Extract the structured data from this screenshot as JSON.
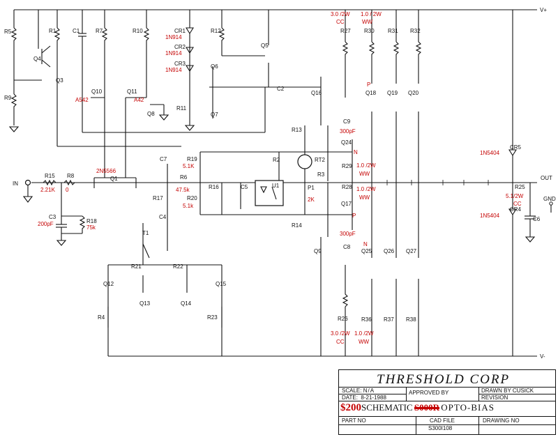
{
  "rails": {
    "vplus": "V+",
    "vminus": "V-",
    "input": "IN",
    "output": "OUT",
    "ground": "GND"
  },
  "black_labels": [
    {
      "id": "R5",
      "text": "R5"
    },
    {
      "id": "R1",
      "text": "R1"
    },
    {
      "id": "C1",
      "text": "C1"
    },
    {
      "id": "R7",
      "text": "R7"
    },
    {
      "id": "R10",
      "text": "R10"
    },
    {
      "id": "R12",
      "text": "R12"
    },
    {
      "id": "Q5",
      "text": "Q5"
    },
    {
      "id": "R27",
      "text": "R27"
    },
    {
      "id": "R30",
      "text": "R30"
    },
    {
      "id": "R31",
      "text": "R31"
    },
    {
      "id": "R32",
      "text": "R32"
    },
    {
      "id": "Q4",
      "text": "Q4"
    },
    {
      "id": "Q3",
      "text": "Q3"
    },
    {
      "id": "Q6",
      "text": "Q6"
    },
    {
      "id": "R9",
      "text": "R9"
    },
    {
      "id": "Q10",
      "text": "Q10"
    },
    {
      "id": "Q11",
      "text": "Q11"
    },
    {
      "id": "Q8",
      "text": "Q8"
    },
    {
      "id": "R11",
      "text": "R11"
    },
    {
      "id": "Q7",
      "text": "Q7"
    },
    {
      "id": "C2",
      "text": "C2"
    },
    {
      "id": "Q16",
      "text": "Q16"
    },
    {
      "id": "Q18",
      "text": "Q18"
    },
    {
      "id": "Q19",
      "text": "Q19"
    },
    {
      "id": "Q20",
      "text": "Q20"
    },
    {
      "id": "C9",
      "text": "C9"
    },
    {
      "id": "R13",
      "text": "R13"
    },
    {
      "id": "Q24",
      "text": "Q24"
    },
    {
      "id": "CR5",
      "text": "CR5"
    },
    {
      "id": "C7",
      "text": "C7"
    },
    {
      "id": "R19",
      "text": "R19"
    },
    {
      "id": "R2",
      "text": "R2"
    },
    {
      "id": "RT2",
      "text": "RT2"
    },
    {
      "id": "R29",
      "text": "R29"
    },
    {
      "id": "Q1",
      "text": "Q1"
    },
    {
      "id": "R15",
      "text": "R15"
    },
    {
      "id": "R6",
      "text": "R6"
    },
    {
      "id": "R8",
      "text": "R8"
    },
    {
      "id": "R16",
      "text": "R16"
    },
    {
      "id": "C5",
      "text": "C5"
    },
    {
      "id": "U1",
      "text": "U1"
    },
    {
      "id": "R3",
      "text": "R3"
    },
    {
      "id": "P1",
      "text": "P1"
    },
    {
      "id": "R28",
      "text": "R28"
    },
    {
      "id": "R25",
      "text": "R25"
    },
    {
      "id": "R17",
      "text": "R17"
    },
    {
      "id": "R20",
      "text": "R20"
    },
    {
      "id": "Q17",
      "text": "Q17"
    },
    {
      "id": "C3",
      "text": "C3"
    },
    {
      "id": "R18",
      "text": "R18"
    },
    {
      "id": "C4",
      "text": "C4"
    },
    {
      "id": "CR4",
      "text": "CR4"
    },
    {
      "id": "C6",
      "text": "C6"
    },
    {
      "id": "R14",
      "text": "R14"
    },
    {
      "id": "T1",
      "text": "T1"
    },
    {
      "id": "C8",
      "text": "C8"
    },
    {
      "id": "Q25",
      "text": "Q25"
    },
    {
      "id": "Q26",
      "text": "Q26"
    },
    {
      "id": "Q27",
      "text": "Q27"
    },
    {
      "id": "Q9",
      "text": "Q9"
    },
    {
      "id": "R21",
      "text": "R21"
    },
    {
      "id": "R22",
      "text": "R22"
    },
    {
      "id": "Q12",
      "text": "Q12"
    },
    {
      "id": "Q15",
      "text": "Q15"
    },
    {
      "id": "Q13",
      "text": "Q13"
    },
    {
      "id": "Q14",
      "text": "Q14"
    },
    {
      "id": "R4",
      "text": "R4"
    },
    {
      "id": "R23",
      "text": "R23"
    },
    {
      "id": "R26",
      "text": "R26"
    },
    {
      "id": "R36",
      "text": "R36"
    },
    {
      "id": "R37",
      "text": "R37"
    },
    {
      "id": "R38",
      "text": "R38"
    },
    {
      "id": "CR1",
      "text": "CR1"
    },
    {
      "id": "CR2",
      "text": "CR2"
    },
    {
      "id": "CR3",
      "text": "CR3"
    }
  ],
  "red_labels": [
    {
      "id": "CR1",
      "text": "1N914"
    },
    {
      "id": "CR2",
      "text": "1N914"
    },
    {
      "id": "CR3",
      "text": "1N914"
    },
    {
      "id": "R27a",
      "text": "3.0 /2W"
    },
    {
      "id": "R27b",
      "text": "CC"
    },
    {
      "id": "R30a",
      "text": "1.0 / 2W"
    },
    {
      "id": "R30b",
      "text": "WW"
    },
    {
      "id": "Q10",
      "text": "A542"
    },
    {
      "id": "Q11",
      "text": "A42"
    },
    {
      "id": "Q18",
      "text": "P"
    },
    {
      "id": "C9",
      "text": "300pF"
    },
    {
      "id": "Q24",
      "text": "N"
    },
    {
      "id": "CR5",
      "text": "1N5404"
    },
    {
      "id": "R19",
      "text": "5.1K"
    },
    {
      "id": "R29a",
      "text": "1.0 /2W"
    },
    {
      "id": "R29b",
      "text": "WW"
    },
    {
      "id": "Q1",
      "text": "2N5566"
    },
    {
      "id": "R15",
      "text": "2.21K"
    },
    {
      "id": "R8",
      "text": "0"
    },
    {
      "id": "R6",
      "text": "47.5k"
    },
    {
      "id": "P1",
      "text": "2K"
    },
    {
      "id": "R28a",
      "text": "1.0 /2W"
    },
    {
      "id": "R28b",
      "text": "WW"
    },
    {
      "id": "R25a",
      "text": "5.1/2W"
    },
    {
      "id": "R25b",
      "text": "CC"
    },
    {
      "id": "R20",
      "text": "5.1k"
    },
    {
      "id": "Q17",
      "text": "P"
    },
    {
      "id": "C3",
      "text": "200pF"
    },
    {
      "id": "R18",
      "text": "75k"
    },
    {
      "id": "CR4",
      "text": "1N5404"
    },
    {
      "id": "C8",
      "text": "300pF"
    },
    {
      "id": "Q25",
      "text": "N"
    },
    {
      "id": "R26a",
      "text": "3.0 /2W"
    },
    {
      "id": "R26b",
      "text": "CC"
    },
    {
      "id": "R36a",
      "text": "1.0 /2W"
    },
    {
      "id": "R36b",
      "text": "WW"
    }
  ],
  "title_block": {
    "company": "THRESHOLD CORP",
    "scale_label": "SCALE:",
    "scale_value": "N/A",
    "approved_label": "APPROVED BY",
    "drawn_label": "DRAWN BY CUSICK",
    "date_label": "DATE:",
    "date_value": "8-21-1988",
    "revision_label": "REVISION",
    "price": "$200",
    "schematic_word": "SCHEMATIC",
    "obscured_word": "S000R",
    "title_suffix": "OPTO-BIAS",
    "part_label": "PART NO",
    "cad_label": "CAD FILE",
    "cad_value": "S300I108",
    "drawing_label": "DRAWING NO"
  }
}
